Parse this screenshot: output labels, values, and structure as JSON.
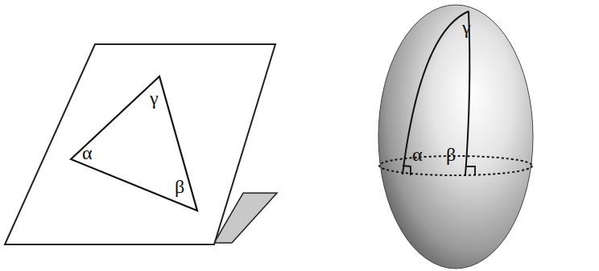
{
  "diagram": {
    "labels": [
      "α",
      "γ",
      "β",
      "γ",
      "α",
      "β"
    ]
  }
}
